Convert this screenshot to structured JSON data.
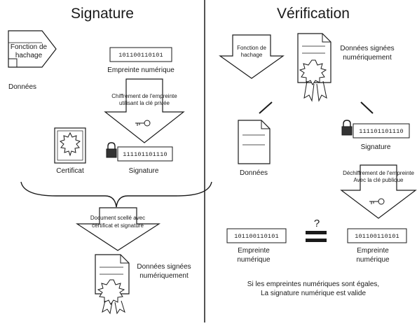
{
  "signature": {
    "title": "Signature",
    "hash_function": [
      "Fonction de",
      "hachage"
    ],
    "data_label": "Données",
    "fingerprint_bits": "101100110101",
    "fingerprint_label": "Empreinte numérique",
    "encryption_text": [
      "Chiffrement de l'empreinte",
      "utilisant la clé privée"
    ],
    "certificate_label": "Certificat",
    "signature_bits": "111101101110",
    "signature_label": "Signature",
    "sealed_text": [
      "Document scellé avec",
      "certificat et signature"
    ],
    "signed_data_label": [
      "Données signées",
      "numériquement"
    ]
  },
  "verification": {
    "title": "Vérification",
    "hash_function": [
      "Fonction de",
      "hachage"
    ],
    "signed_data_label": [
      "Données signées",
      "numériquement"
    ],
    "signature_bits": "111101101110",
    "signature_label": "Signature",
    "data_label": "Données",
    "decryption_text": [
      "Déchiffrement de l'empreinte",
      "Avec la clé publique"
    ],
    "question_mark": "?",
    "fingerprint_left_bits": "101100110101",
    "fingerprint_right_bits": "101100110101",
    "fingerprint_label": [
      "Empreinte",
      "numérique"
    ],
    "conclusion": [
      "Si les empreintes numériques sont égales,",
      "La signature numérique est valide"
    ]
  }
}
